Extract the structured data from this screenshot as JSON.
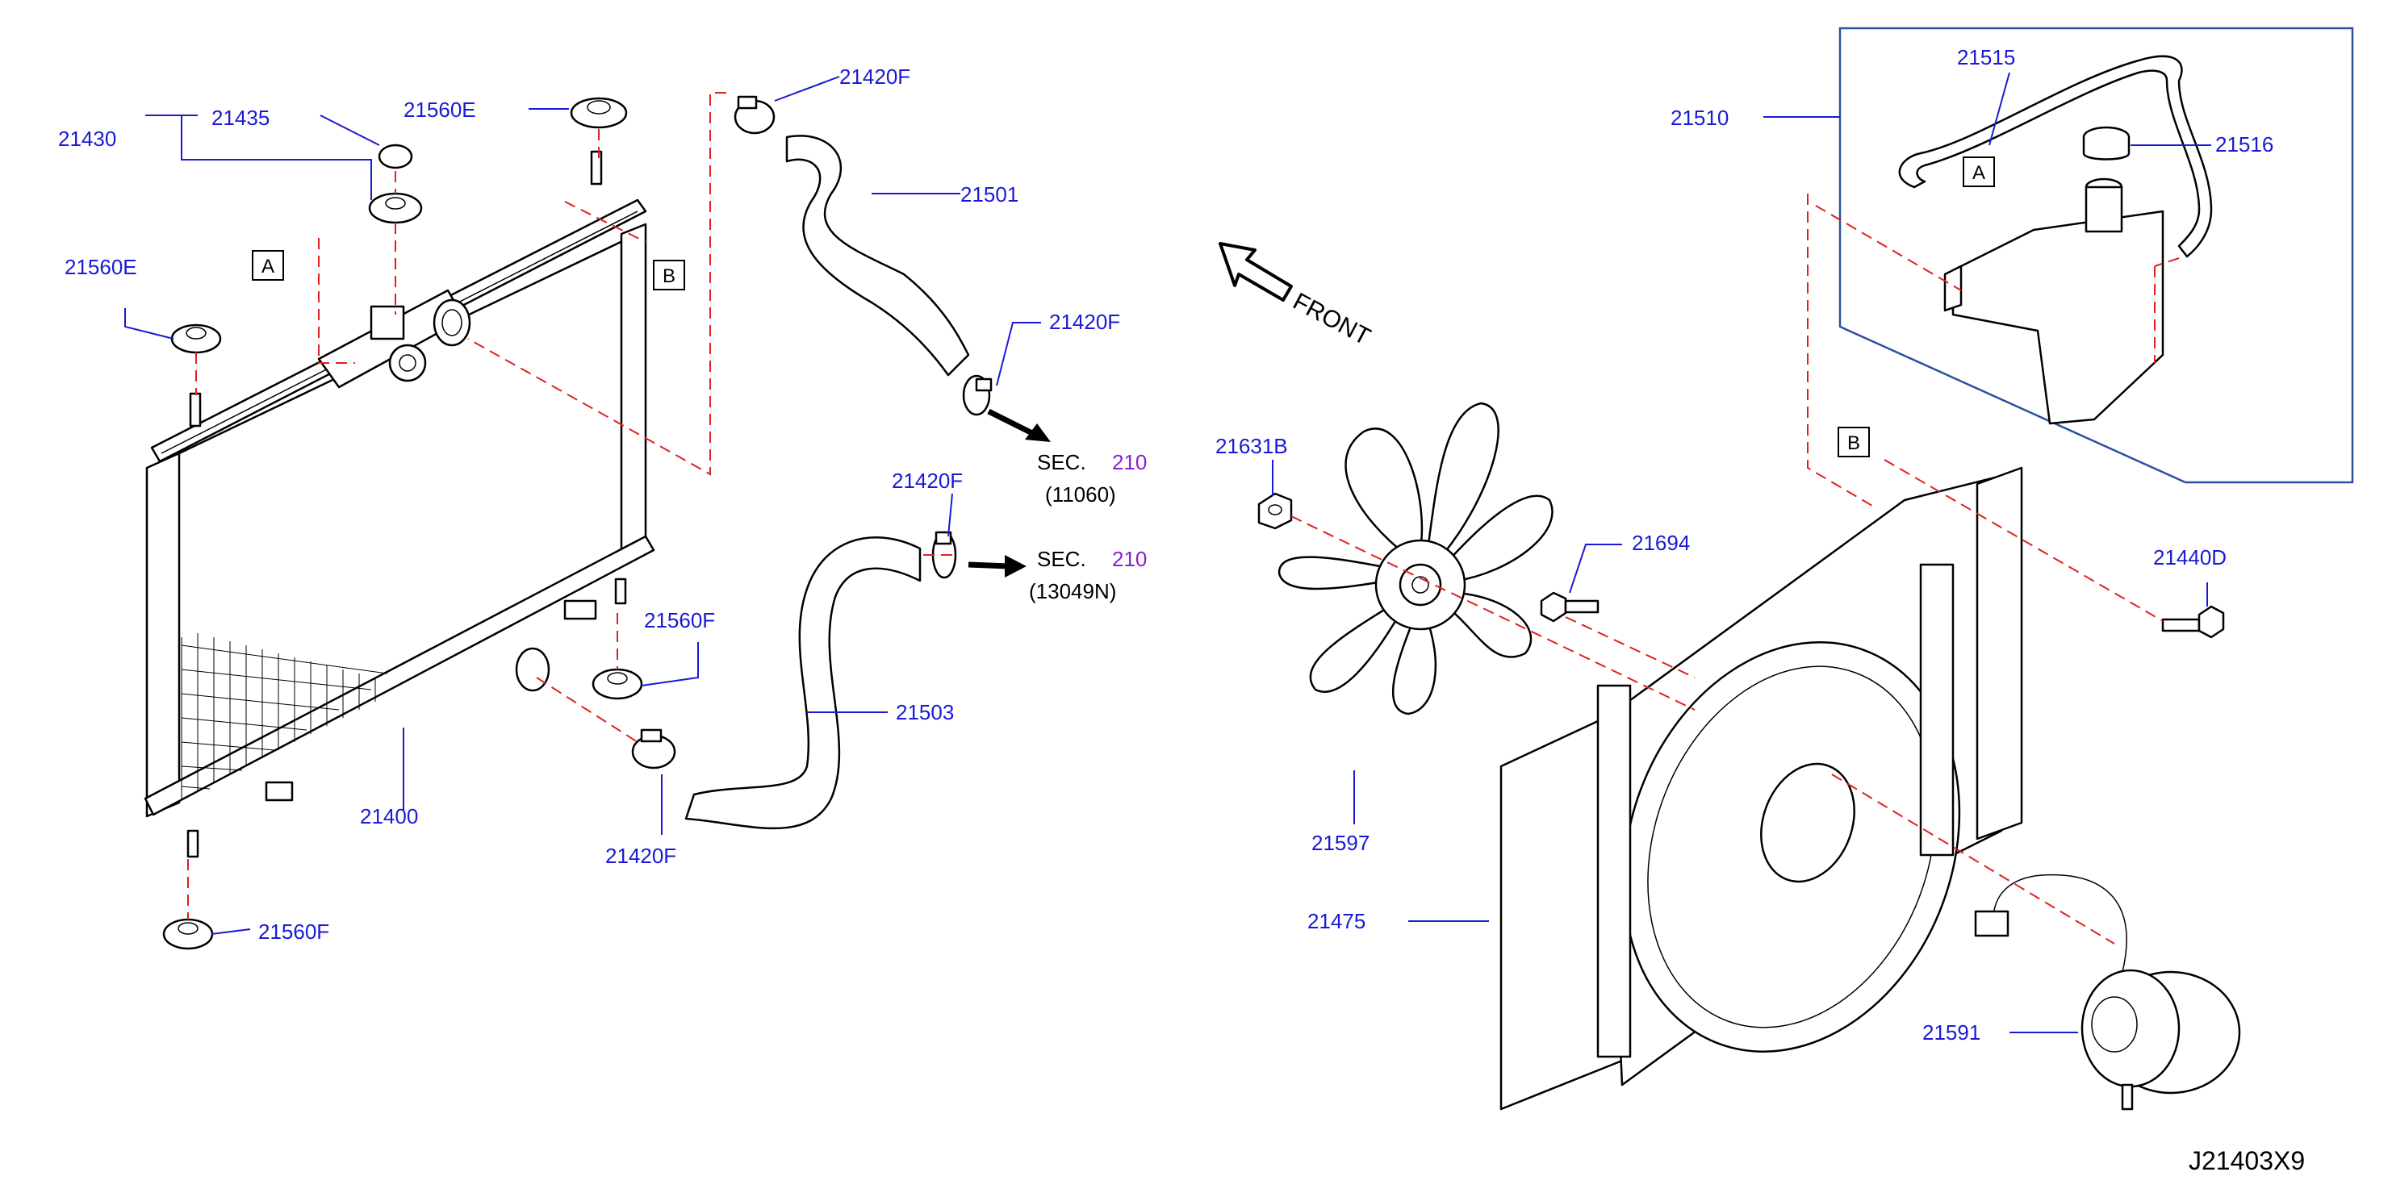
{
  "colors": {
    "part_number": "#1a1ad6",
    "section_ref": "#8a1fd0",
    "leader_line": "#1a1ad6",
    "alignment_line": "#e02020",
    "outline": "#000000"
  },
  "labels": {
    "p21430": "21430",
    "p21435": "21435",
    "p21560E_top": "21560E",
    "p21560E_left": "21560E",
    "p21420F_1": "21420F",
    "p21501": "21501",
    "p21420F_2": "21420F",
    "p21420F_3": "21420F",
    "p21560F_mid": "21560F",
    "p21503": "21503",
    "p21400": "21400",
    "p21420F_4": "21420F",
    "p21560F_bottom": "21560F",
    "p21510": "21510",
    "p21515": "21515",
    "p21516": "21516",
    "p21631B": "21631B",
    "p21694": "21694",
    "p21440D": "21440D",
    "p21597": "21597",
    "p21475": "21475",
    "p21591": "21591"
  },
  "refs": {
    "box_a_left": "A",
    "box_b_left": "B",
    "box_a_right": "A",
    "box_b_right": "B"
  },
  "section_refs": {
    "sec1_prefix": "SEC.",
    "sec1_number": "210",
    "sec1_code": "(11060)",
    "sec2_prefix": "SEC.",
    "sec2_number": "210",
    "sec2_code": "(13049N)"
  },
  "front_label": "FRONT",
  "diagram_code": "J21403X9"
}
